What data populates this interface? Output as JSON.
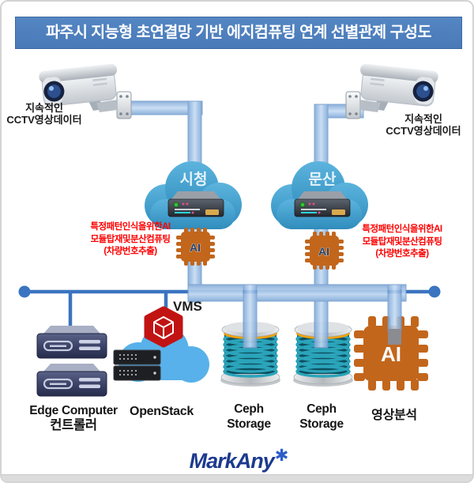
{
  "title": "파주시 지능형 초연결망 기반 에지컴퓨팅 연계 선별관제 구성도",
  "cameras": {
    "left_label_line1": "지속적인",
    "left_label_line2": "CCTV영상데이터",
    "right_label_line1": "지속적인",
    "right_label_line2": "CCTV영상데이터"
  },
  "clouds": {
    "left": "시청",
    "right": "문산"
  },
  "ai_notes": {
    "left": {
      "line1": "특정패턴인식을위한AI",
      "line2": "모듈탑재및분산컴퓨팅",
      "line3": "(차량번호추출)"
    },
    "right": {
      "line1": "특정패턴인식을위한AI",
      "line2": "모듈탑재및분산컴퓨팅",
      "line3": "(차량번호추출)"
    }
  },
  "chips": {
    "small_left": "AI",
    "small_right": "AI",
    "large": "AI"
  },
  "nodes": {
    "vms": "VMS",
    "edge_computer_line1": "Edge Computer",
    "edge_computer_line2": "컨트롤러",
    "openstack": "OpenStack",
    "ceph1_line1": "Ceph",
    "ceph1_line2": "Storage",
    "ceph2_line1": "Ceph",
    "ceph2_line2": "Storage",
    "video_analysis": "영상분석"
  },
  "logo": {
    "text": "MarkAny",
    "star": "✱"
  },
  "icons": [
    "cctv-camera-icon",
    "cloud-icon",
    "nvr-server-icon",
    "ai-chip-icon",
    "openstack-cube-icon",
    "rack-server-icon",
    "ceph-storage-icon",
    "edge-computer-icon"
  ],
  "colors": {
    "title_bar": "#4a7ab8",
    "pipe_blue": "#8fb6e2",
    "network_line": "#3b74c0",
    "cloud_blue": "#41a0cf",
    "chip_orange": "#c2661c",
    "note_red": "#fe0000",
    "ceph_teal": "#2ba4ba",
    "logo_navy": "#1c3a8e"
  }
}
